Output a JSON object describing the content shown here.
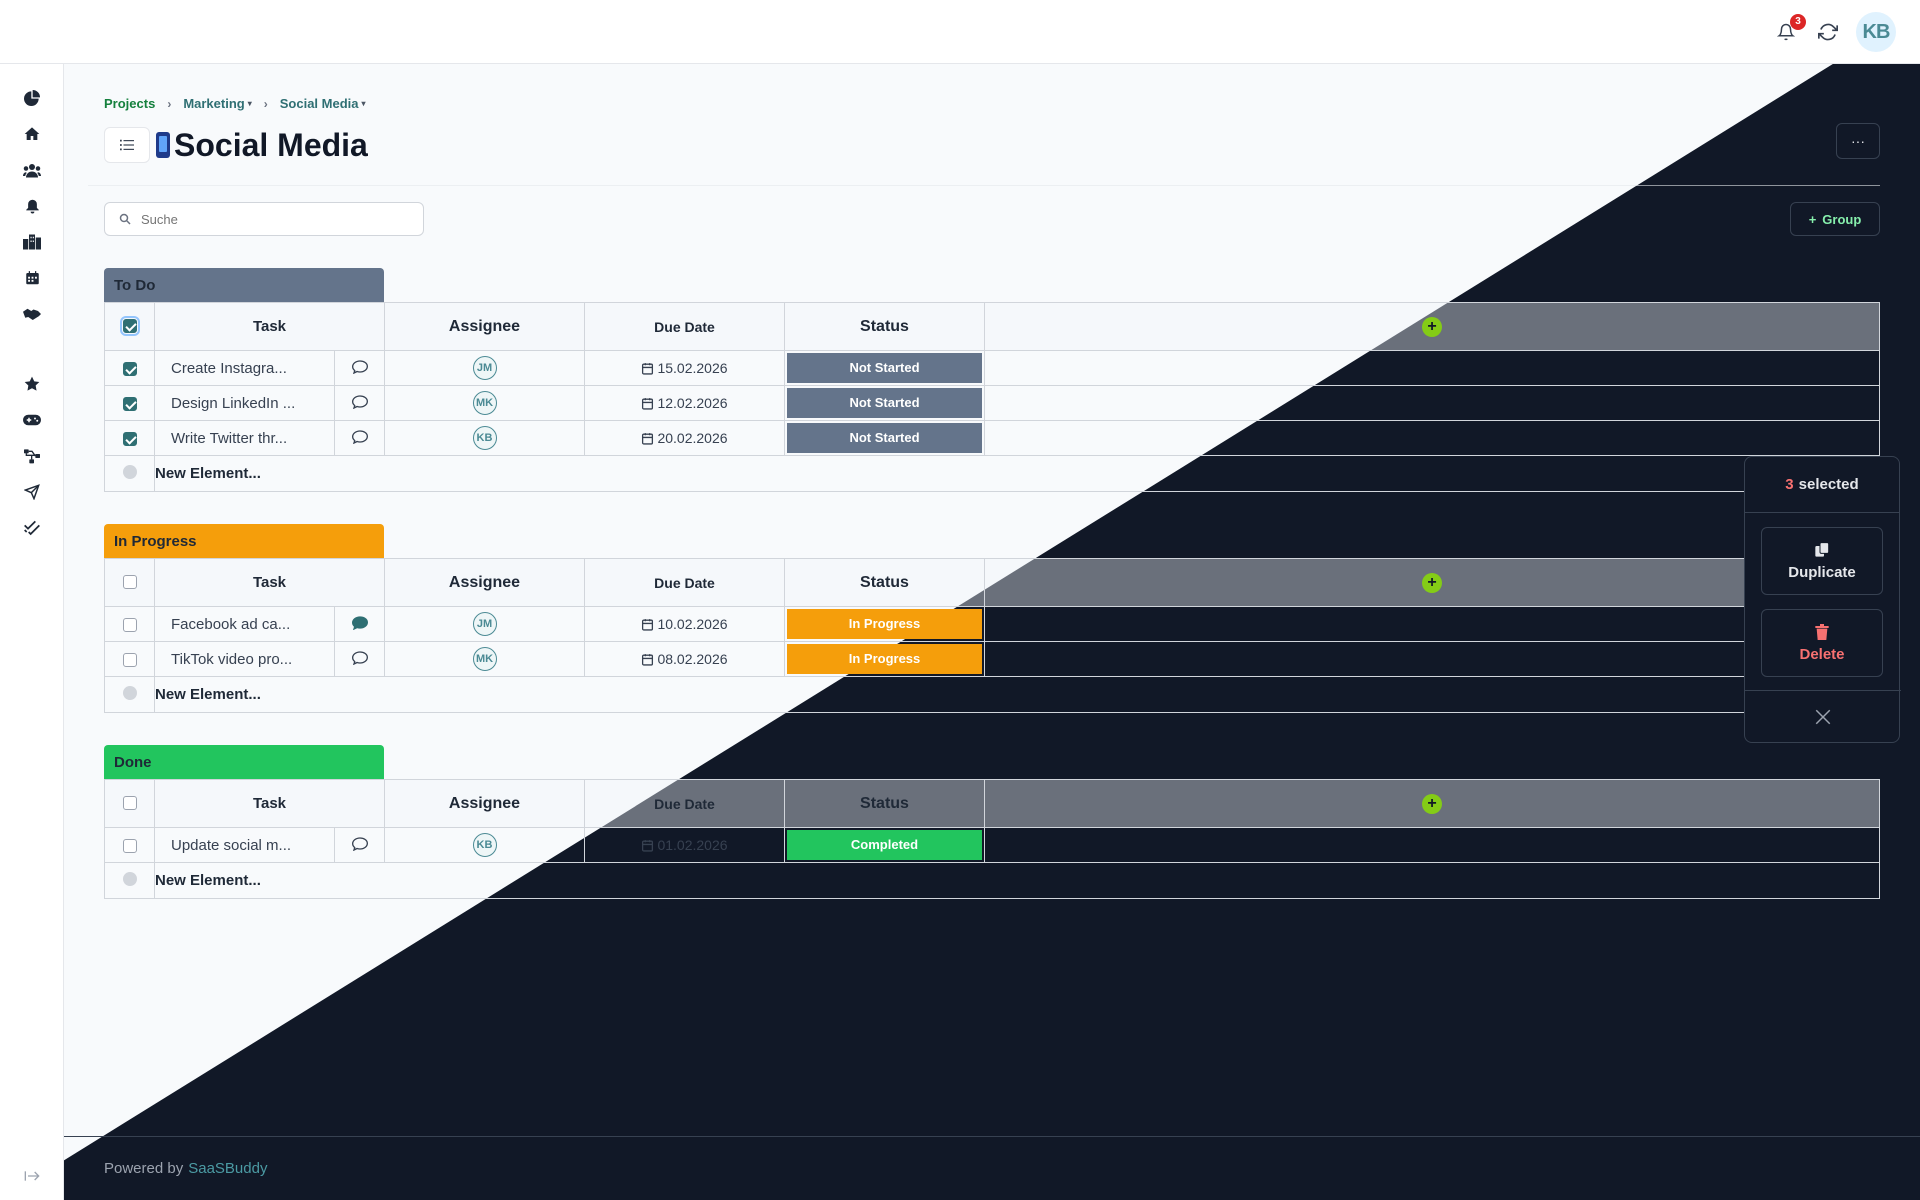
{
  "topbar": {
    "notification_count": "3",
    "avatar_initials": "KB"
  },
  "sidebar": {
    "items": [
      {
        "icon": "chart-pie-icon"
      },
      {
        "icon": "home-icon"
      },
      {
        "icon": "users-icon"
      },
      {
        "icon": "bell-icon"
      },
      {
        "icon": "building-icon"
      },
      {
        "icon": "calendar-icon"
      },
      {
        "icon": "handshake-icon"
      },
      {
        "icon": "star-icon"
      },
      {
        "icon": "gamepad-icon"
      },
      {
        "icon": "sitemap-icon"
      },
      {
        "icon": "send-icon"
      },
      {
        "icon": "check-double-icon"
      }
    ],
    "collapse_icon": "sidebar-expand-icon"
  },
  "breadcrumb": {
    "root": "Projects",
    "level1": "Marketing",
    "level2": "Social Media"
  },
  "page": {
    "title": "Social Media",
    "more_label": "···"
  },
  "search": {
    "placeholder": "Suche"
  },
  "group_button": {
    "label": "Group"
  },
  "columns": {
    "task": "Task",
    "assignee": "Assignee",
    "due_date": "Due Date",
    "status": "Status"
  },
  "new_element_label": "New Element...",
  "groups": [
    {
      "name": "To Do",
      "color": "#64748b",
      "header_checked": true,
      "rows": [
        {
          "task": "Create Instagra...",
          "assignee": "JM",
          "due": "15.02.2026",
          "status": "Not Started",
          "checked": true,
          "comment_filled": false
        },
        {
          "task": "Design LinkedIn ...",
          "assignee": "MK",
          "due": "12.02.2026",
          "status": "Not Started",
          "checked": true,
          "comment_filled": false
        },
        {
          "task": "Write Twitter thr...",
          "assignee": "KB",
          "due": "20.02.2026",
          "status": "Not Started",
          "checked": true,
          "comment_filled": false
        }
      ]
    },
    {
      "name": "In Progress",
      "color": "#f59e0b",
      "header_checked": false,
      "rows": [
        {
          "task": "Facebook ad ca...",
          "assignee": "JM",
          "due": "10.02.2026",
          "status": "In Progress",
          "checked": false,
          "comment_filled": true
        },
        {
          "task": "TikTok video pro...",
          "assignee": "MK",
          "due": "08.02.2026",
          "status": "In Progress",
          "checked": false,
          "comment_filled": false
        }
      ]
    },
    {
      "name": "Done",
      "color": "#22c55e",
      "header_checked": false,
      "rows": [
        {
          "task": "Update social m...",
          "assignee": "KB",
          "due": "01.02.2026",
          "status": "Completed",
          "checked": false,
          "comment_filled": false
        }
      ]
    }
  ],
  "selection_panel": {
    "count": "3",
    "label": "selected",
    "duplicate": "Duplicate",
    "delete": "Delete"
  },
  "footer": {
    "prefix": "Powered by",
    "brand": "SaaSBuddy"
  }
}
